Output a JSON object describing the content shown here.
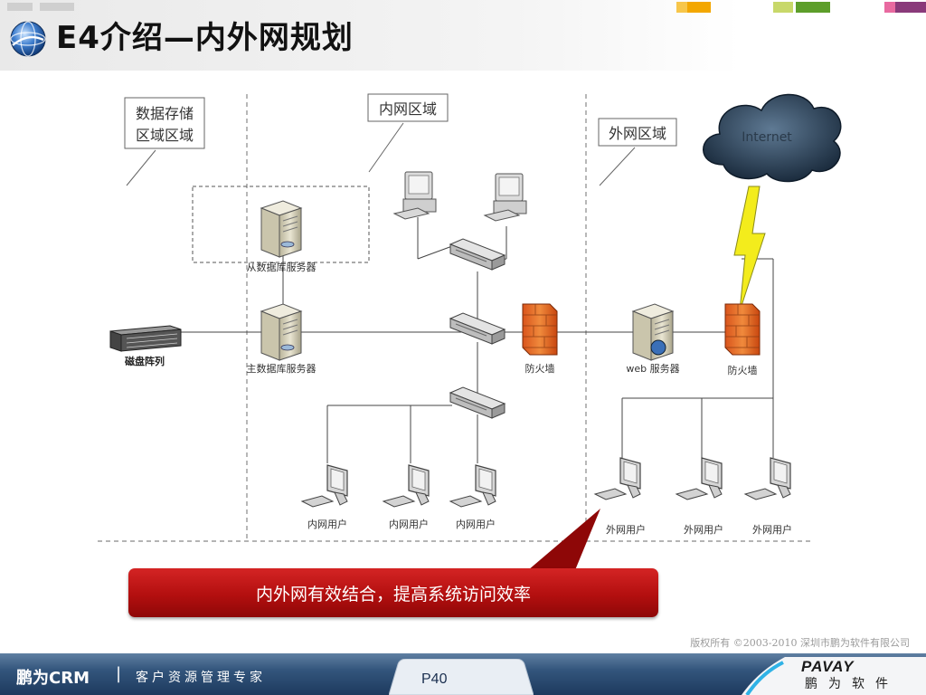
{
  "header": {
    "title": "E4介绍—内外网规划",
    "accent_colors": [
      "#f3a700",
      "#e8a000",
      "#c8d86a",
      "#5d9e2a",
      "#e86aa0",
      "#8a3a7a"
    ]
  },
  "diagram": {
    "zones": {
      "storage_line1": "数据存储",
      "storage_line2": "区域区域",
      "intranet": "内网区域",
      "extranet": "外网区域"
    },
    "internet_label": "Internet",
    "nodes": {
      "slave_db": "从数据库服务器",
      "master_db": "主数据库服务器",
      "disk_array": "磁盘阵列",
      "firewall_internal": "防火墙",
      "web_server": "web 服务器",
      "firewall_external": "防火墙"
    },
    "users": {
      "intranet": [
        "内网用户",
        "内网用户",
        "内网用户"
      ],
      "extranet": [
        "外网用户",
        "外网用户",
        "外网用户"
      ]
    }
  },
  "callout": {
    "text": "内外网有效结合，提高系统访问效率"
  },
  "copyright": "版权所有 ©2003-2010 深圳市鹏为软件有限公司",
  "footer": {
    "brand": "鹏为CRM",
    "separator": "|",
    "tagline": "客户资源管理专家",
    "page": "P40",
    "logo_text": "PAVAY",
    "logo_sub": "鹏为软件"
  }
}
